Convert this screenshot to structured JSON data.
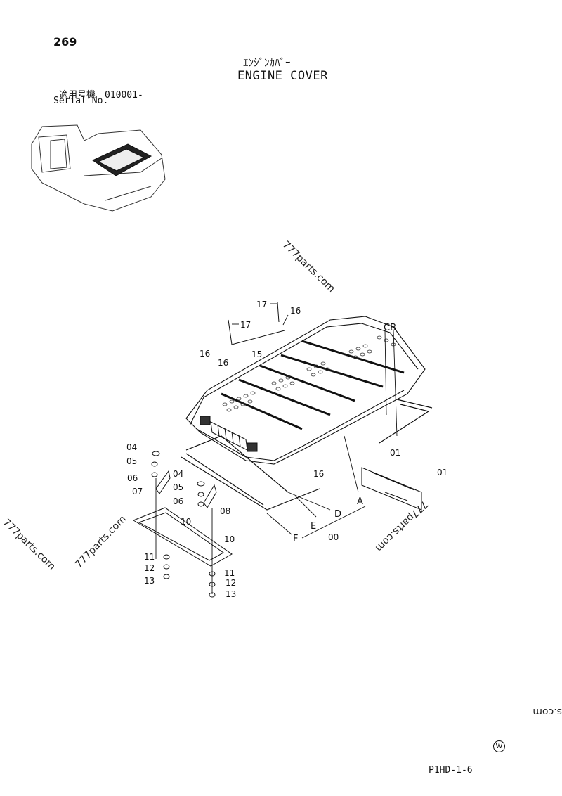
{
  "page_number": "269",
  "title_jp": "ｴﾝｼﾞﾝｶﾊﾞｰ",
  "title_en": "ENGINE COVER",
  "serial_jp": "適用号機　010001-",
  "serial_en": "Serial No.",
  "drawing_code": "P1HD-1-6",
  "w_mark": "W",
  "watermarks": [
    "777parts.com",
    "777parts.com",
    "777parts.com",
    "777parts.com",
    "s.com"
  ],
  "callouts": {
    "p17a": "17",
    "p16a": "16",
    "p17b": "17",
    "p16b": "16",
    "p16c": "16",
    "p15": "15",
    "cb": "CB",
    "p01a": "01",
    "p01b": "01",
    "p16d": "16",
    "p04a": "04",
    "p05a": "05",
    "p06a": "06",
    "p07": "07",
    "p04b": "04",
    "p05b": "05",
    "p06b": "06",
    "p08": "08",
    "p10a": "10",
    "p10b": "10",
    "p11a": "11",
    "p12a": "12",
    "p13a": "13",
    "p11b": "11",
    "p12b": "12",
    "p13b": "13",
    "a": "A",
    "d": "D",
    "e": "E",
    "f": "F",
    "p00": "00"
  }
}
